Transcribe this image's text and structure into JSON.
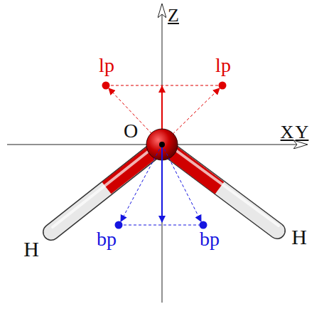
{
  "diagram": {
    "labels": [
      "Z",
      "lp",
      "lp",
      "O",
      "X",
      "Y",
      "H",
      "H",
      "bp",
      "bp"
    ]
  }
}
